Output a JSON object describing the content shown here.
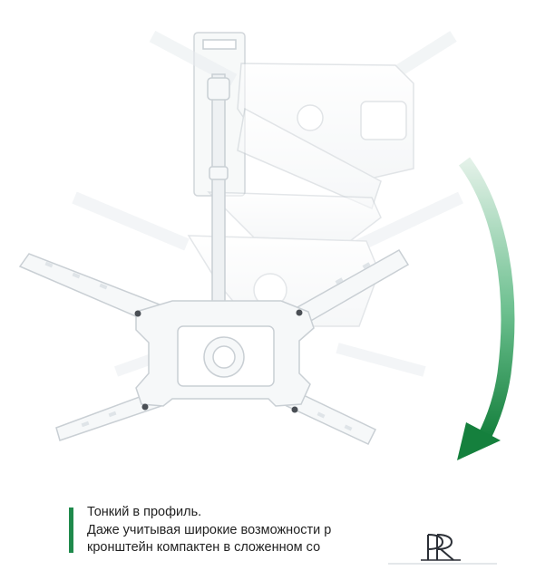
{
  "colors": {
    "accent": "#1f8a4c",
    "mount_fill": "#f4f6f7",
    "mount_stroke": "#c9cfd4",
    "arrow_light": "#e3f1e8",
    "arrow_dark": "#15803d"
  },
  "image": {
    "subject": "tv-wall-mount-icon",
    "arrow": "rotate-arrow-icon"
  },
  "caption": {
    "lines": [
      "Тонкий в профиль.",
      "Даже учитывая широкие возможности р",
      "кронштейн компактен в сложенном со"
    ]
  },
  "logo": {
    "mark": "pr-logo-icon"
  }
}
